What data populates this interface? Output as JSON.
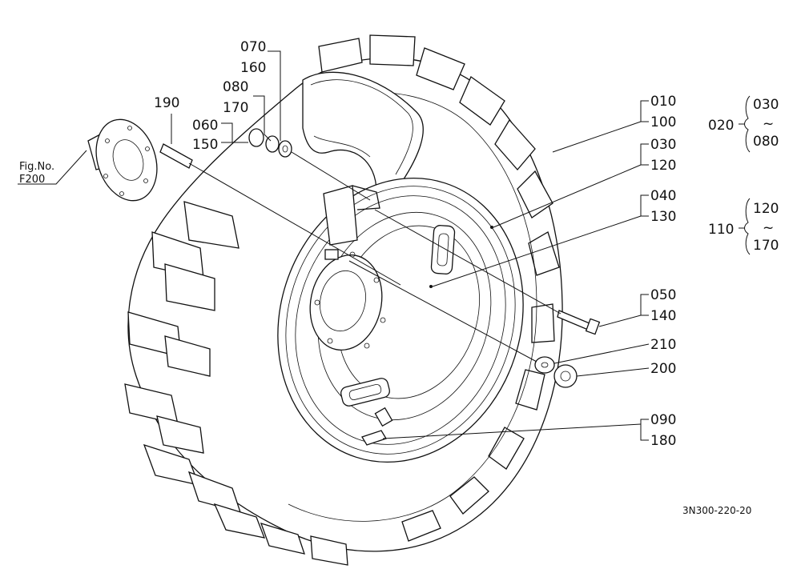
{
  "diagram": {
    "fig_ref": {
      "line1": "Fig.No.",
      "line2": "F200"
    },
    "drawing_no": "3N300-220-20",
    "callouts": {
      "p070": "070",
      "p160": "160",
      "p080": "080",
      "p170": "170",
      "p060": "060",
      "p150": "150",
      "p190": "190",
      "p010": "010",
      "p100": "100",
      "p030": "030",
      "p120": "120",
      "p040": "040",
      "p130": "130",
      "p050": "050",
      "p140": "140",
      "p210": "210",
      "p200": "200",
      "p090": "090",
      "p180": "180"
    },
    "groups": {
      "g1": {
        "label": "020",
        "from": "030",
        "sep": "~",
        "to": "080"
      },
      "g2": {
        "label": "110",
        "from": "120",
        "sep": "~",
        "to": "170"
      }
    }
  }
}
